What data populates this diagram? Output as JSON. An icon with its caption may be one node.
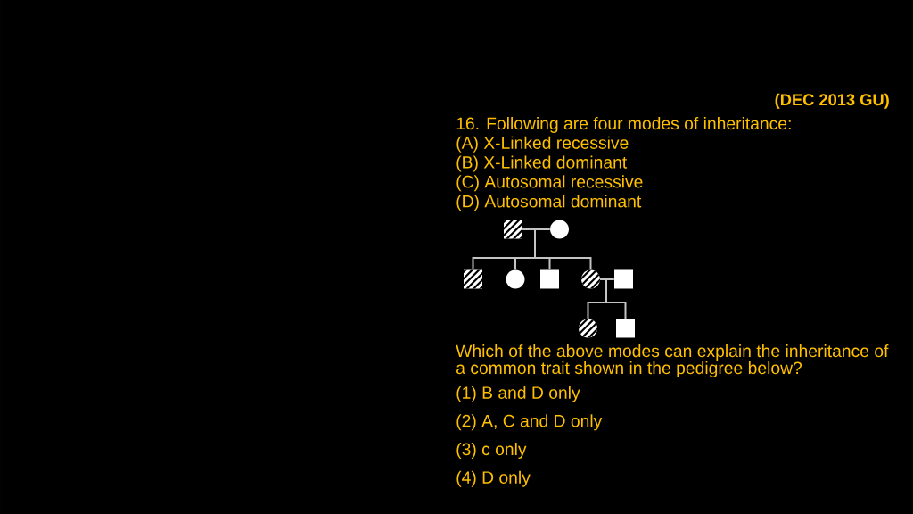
{
  "diagram": {
    "nodes": [
      {
        "text": [],
        "shape": "square"
      },
      {
        "text": [],
        "shape": "circle"
      },
      {
        "text": [],
        "shape": "square"
      },
      {
        "text": [],
        "shape": "circle"
      },
      {
        "text": [],
        "shape": "square"
      },
      {
        "text": [],
        "shape": "circle"
      },
      {
        "text": [],
        "shape": "square"
      },
      {
        "text": [],
        "shape": "circle"
      },
      {
        "text": [],
        "shape": "square"
      }
    ],
    "edges": [
      {
        "from": 0,
        "to": 1,
        "arrow": "none"
      },
      {
        "from": 0,
        "to": 2,
        "arrow": "none"
      },
      {
        "from": 0,
        "to": 3,
        "arrow": "none"
      },
      {
        "from": 0,
        "to": 4,
        "arrow": "none"
      },
      {
        "from": 0,
        "to": 5,
        "arrow": "none"
      },
      {
        "from": 5,
        "to": 6,
        "arrow": "none"
      },
      {
        "from": 5,
        "to": 7,
        "arrow": "none"
      },
      {
        "from": 5,
        "to": 8,
        "arrow": "none"
      }
    ],
    "labels": [
      "(DEC 2013 GU)",
      "16. Following are four modes of inheritance:",
      "(A) X-Linked recessive",
      "(B) X-Linked dominant",
      "(C) Autosomal recessive",
      "(D) Autosomal dominant",
      "Which of the above modes can explain the inheritance of a common trait shown in the pedigree below?",
      "(1) B and D only",
      "(2) A, C and D only",
      "(3) c only",
      "(4) D only"
    ]
  }
}
